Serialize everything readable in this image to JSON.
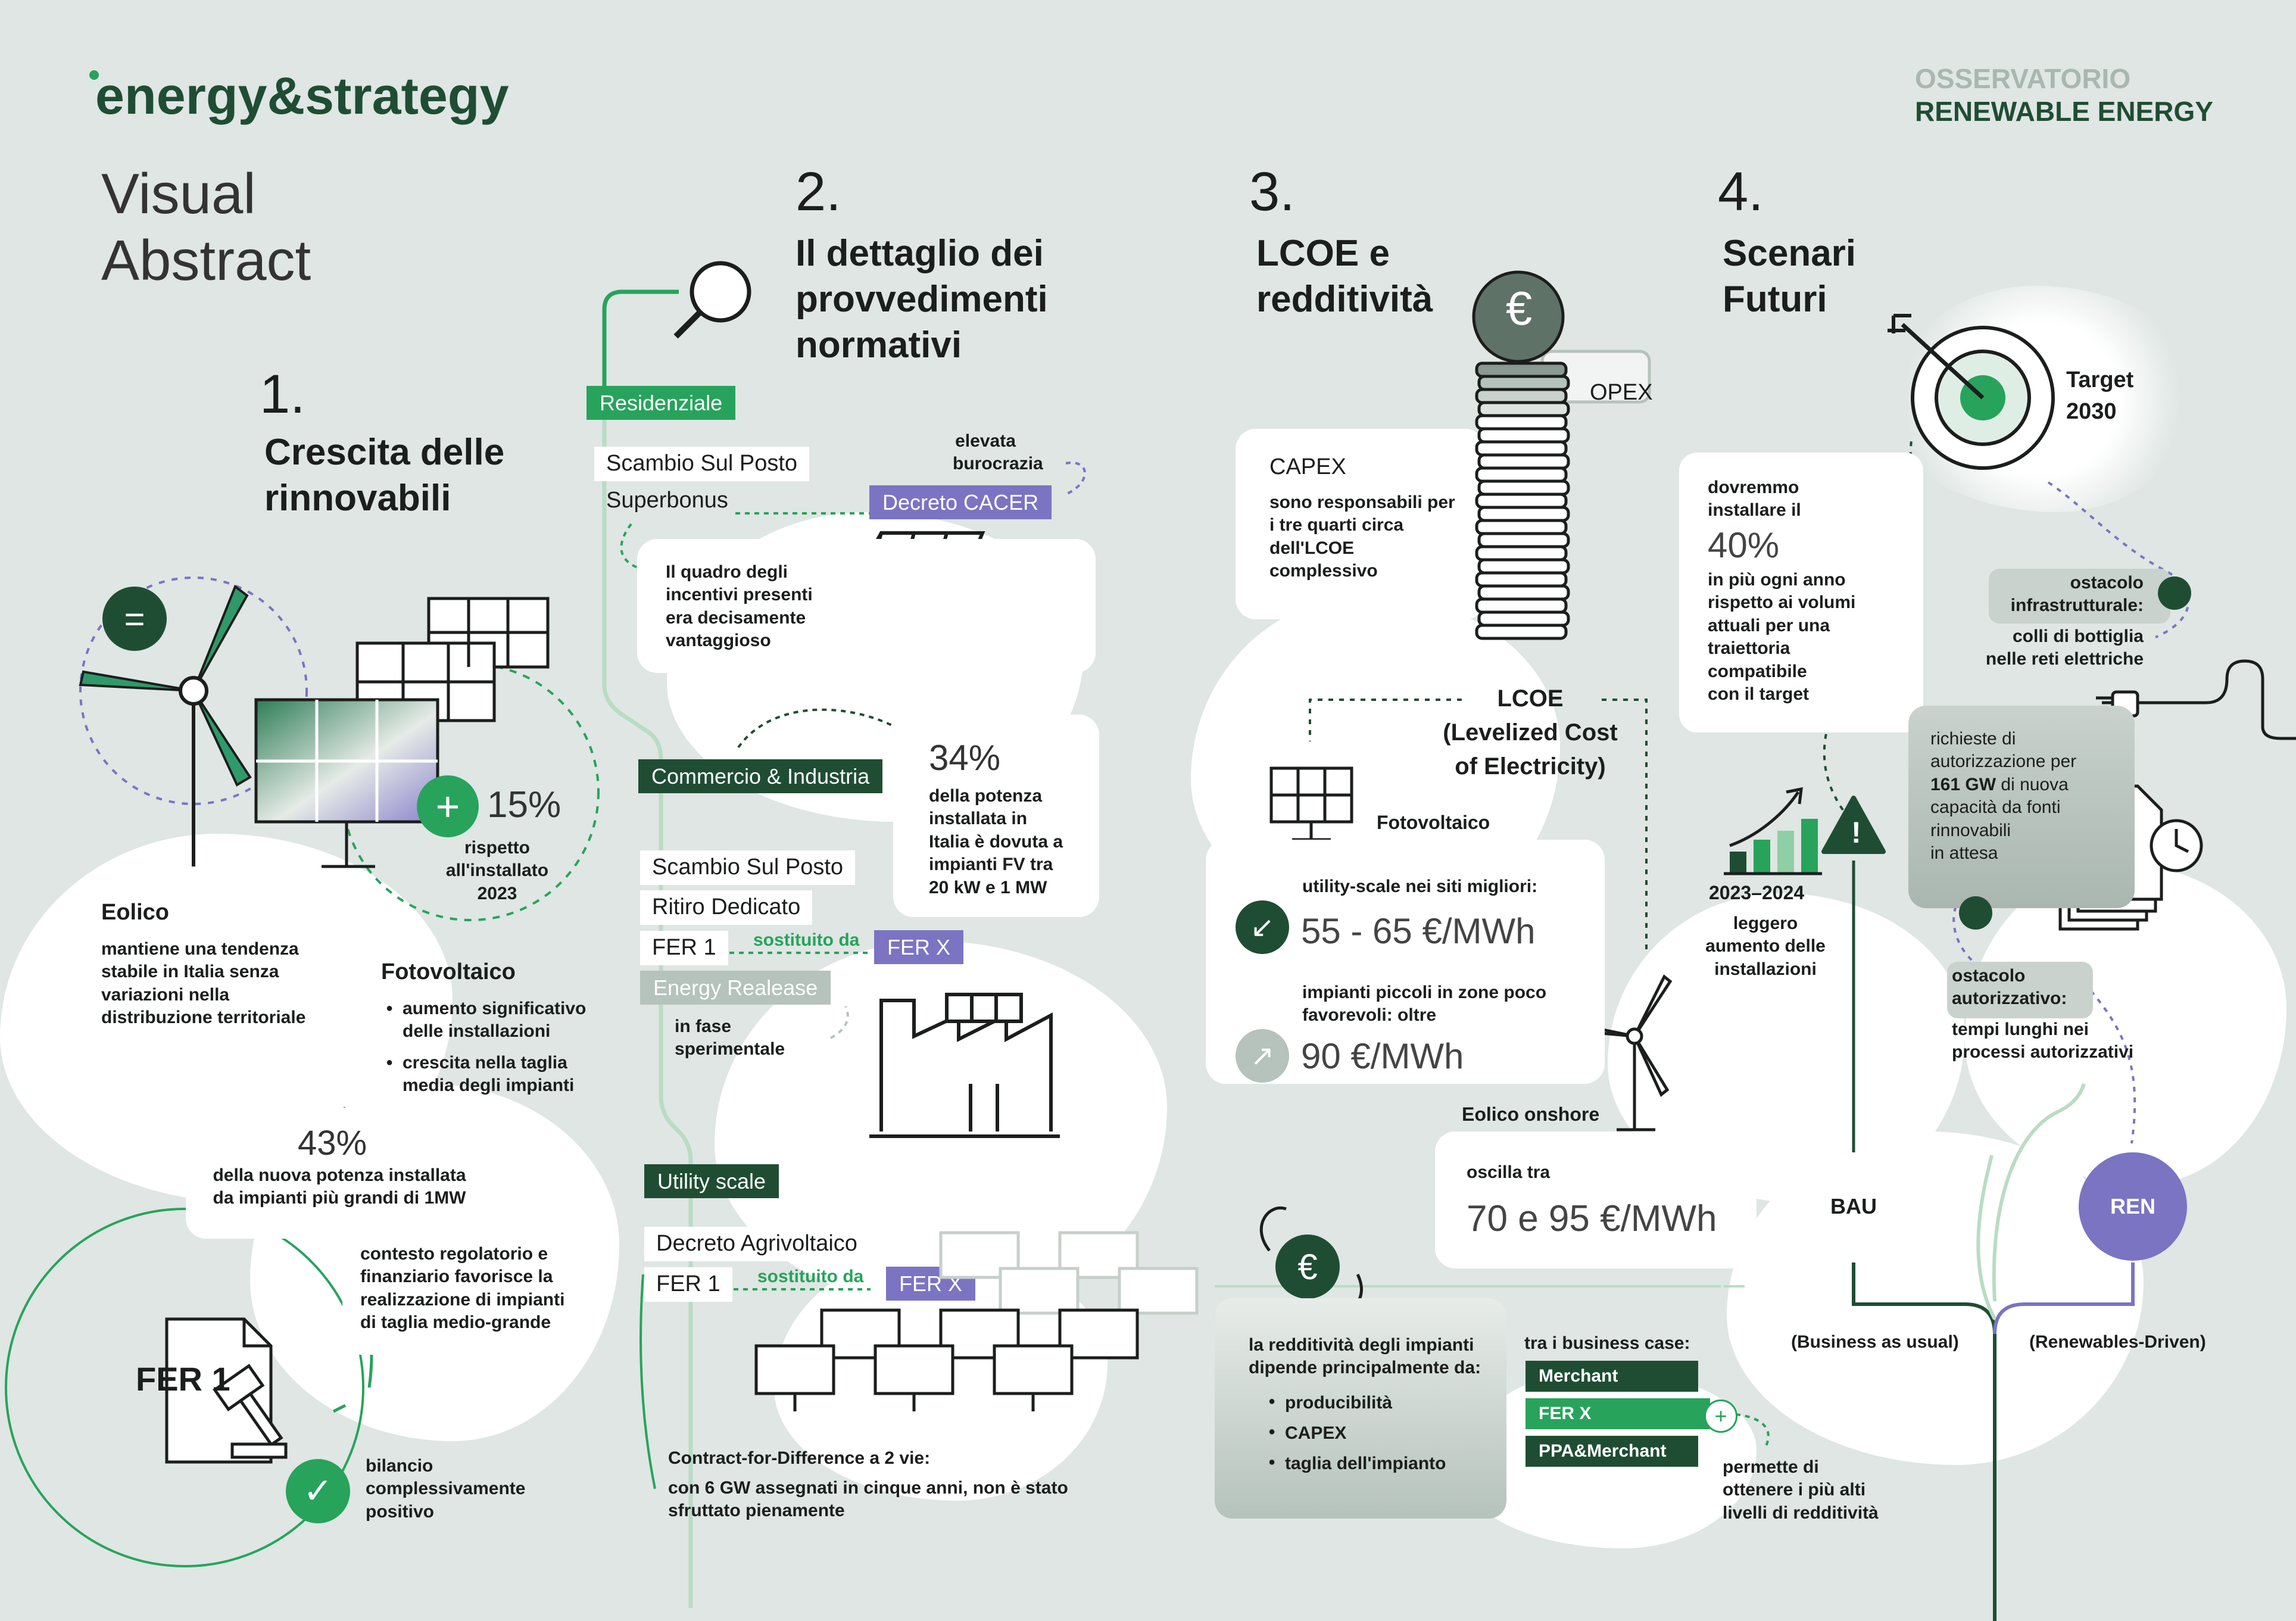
{
  "header": {
    "logo_text": "energy&strategy",
    "observatory_line1": "OSSERVATORIO",
    "observatory_line2": "RENEWABLE ENERGY",
    "visual_line1": "Visual",
    "visual_line2": "Abstract"
  },
  "colors": {
    "dark_green": "#1f4d33",
    "green": "#27a35c",
    "purple": "#7a74c2",
    "light_bg": "#dfe6e3",
    "grey_tag": "#b6c2bc"
  },
  "sec1": {
    "num": "1.",
    "title_l1": "Crescita delle",
    "title_l2": "rinnovabili",
    "pct15": "15%",
    "pct15_desc_l1": "rispetto",
    "pct15_desc_l2": "all'installato",
    "pct15_desc_l3": "2023",
    "eolico_title": "Eolico",
    "eolico_l1": "mantiene una tendenza",
    "eolico_l2": "stabile in Italia senza",
    "eolico_l3": "variazioni nella",
    "eolico_l4": "distribuzione territoriale",
    "fv_title": "Fotovoltaico",
    "fv_b1_l1": "aumento significativo",
    "fv_b1_l2": "delle installazioni",
    "fv_b2_l1": "crescita nella taglia",
    "fv_b2_l2": "media degli impianti",
    "pct43": "43%",
    "pct43_l1": "della nuova potenza installata",
    "pct43_l2": "da impianti più grandi di 1MW",
    "ctx_l1": "contesto regolatorio e",
    "ctx_l2": "finanziario favorisce la",
    "ctx_l3": "realizzazione di impianti",
    "ctx_l4": "di taglia medio-grande",
    "fer1_doc": "FER 1",
    "bil_l1": "bilancio",
    "bil_l2": "complessivamente",
    "bil_l3": "positivo"
  },
  "sec2": {
    "num": "2.",
    "title_l1": "Il dettaglio dei",
    "title_l2": "provvedimenti",
    "title_l3": "normativi",
    "residenziale": "Residenziale",
    "ssp": "Scambio Sul Posto",
    "superbonus": "Superbonus",
    "decreto_cacer": "Decreto CACER",
    "burocrazia_l1": "elevata",
    "burocrazia_l2": "burocrazia",
    "quadro_l1": "Il quadro degli",
    "quadro_l2": "incentivi presenti",
    "quadro_l3": "era decisamente",
    "quadro_l4": "vantaggioso",
    "ci": "Commercio & Industria",
    "pct34": "34%",
    "pct34_l1": "della potenza",
    "pct34_l2": "installata in",
    "pct34_l3": "Italia è dovuta a",
    "pct34_l4": "impianti FV tra",
    "pct34_l5": "20 kW e 1 MW",
    "ssp2": "Scambio Sul Posto",
    "ritiro": "Ritiro Dedicato",
    "fer1": "FER 1",
    "sostituito": "sostituito da",
    "ferx": "FER X",
    "energy_release": "Energy Realease",
    "fase_l1": "in fase",
    "fase_l2": "sperimentale",
    "utility": "Utility scale",
    "agrivoltaico": "Decreto Agrivoltaico",
    "fer1b": "FER 1",
    "sostituito2": "sostituito da",
    "ferx2": "FER X",
    "cfd_title": "Contract-for-Difference a 2 vie:",
    "cfd_l1": "con 6 GW assegnati in cinque anni, non è stato",
    "cfd_l2": "sfruttato pienamente"
  },
  "sec3": {
    "num": "3.",
    "title_l1": "LCOE e",
    "title_l2": "redditività",
    "euro": "€",
    "opex": "OPEX",
    "capex_title": "CAPEX",
    "capex_l1": "sono responsabili per",
    "capex_l2": "i tre quarti circa",
    "capex_l3": "dell'LCOE",
    "capex_l4": "complessivo",
    "lcoe_l1": "LCOE",
    "lcoe_l2": "(Levelized Cost",
    "lcoe_l3": "of Electricity)",
    "fv_label": "Fotovoltaico",
    "us_label": "utility-scale nei siti migliori:",
    "us_value": "55 - 65 €/MWh",
    "small_l1": "impianti piccoli in zone poco",
    "small_l2": "favorevoli: oltre",
    "small_value": "90 €/MWh",
    "eolico_label": "Eolico onshore",
    "oscilla": "oscilla tra",
    "eolico_value": "70 e 95 €/MWh",
    "red_l1": "la redditività degli impianti",
    "red_l2": "dipende principalmente da:",
    "red_b1": "producibilità",
    "red_b2": "CAPEX",
    "red_b3": "taglia dell'impianto",
    "bc_title": "tra i business case:",
    "bc1": "Merchant",
    "bc2": "FER X",
    "bc3": "PPA&Merchant",
    "perm_l1": "permette di",
    "perm_l2": "ottenere i più alti",
    "perm_l3": "livelli di redditività"
  },
  "sec4": {
    "num": "4.",
    "title_l1": "Scenari",
    "title_l2": "Futuri",
    "target_l1": "Target",
    "target_l2": "2030",
    "dov_l1": "dovremmo",
    "dov_l2": "installare il",
    "pct40": "40%",
    "dov_l3": "in più ogni anno",
    "dov_l4": "rispetto ai volumi",
    "dov_l5": "attuali per una",
    "dov_l6": "traiettoria",
    "dov_l7": "compatibile",
    "dov_l8": "con il target",
    "inf_l1": "ostacolo",
    "inf_l2": "infrastrutturale:",
    "inf_l3": "colli di bottiglia",
    "inf_l4": "nelle reti elettriche",
    "rich_l1": "richieste di",
    "rich_l2": "autorizzazione per",
    "rich_l3": "161 GW",
    "rich_l3b": " di nuova",
    "rich_l4": "capacità da fonti",
    "rich_l5": "rinnovabili",
    "rich_l6": "in attesa",
    "years": "2023–2024",
    "aum_l1": "leggero",
    "aum_l2": "aumento delle",
    "aum_l3": "installazioni",
    "aut_l1": "ostacolo",
    "aut_l2": "autorizzativo:",
    "aut_l3": "tempi lunghi nei",
    "aut_l4": "processi autorizzativi",
    "bau": "BAU",
    "ren": "REN",
    "bau_desc": "(Business as usual)",
    "ren_desc": "(Renewables-Driven)"
  }
}
